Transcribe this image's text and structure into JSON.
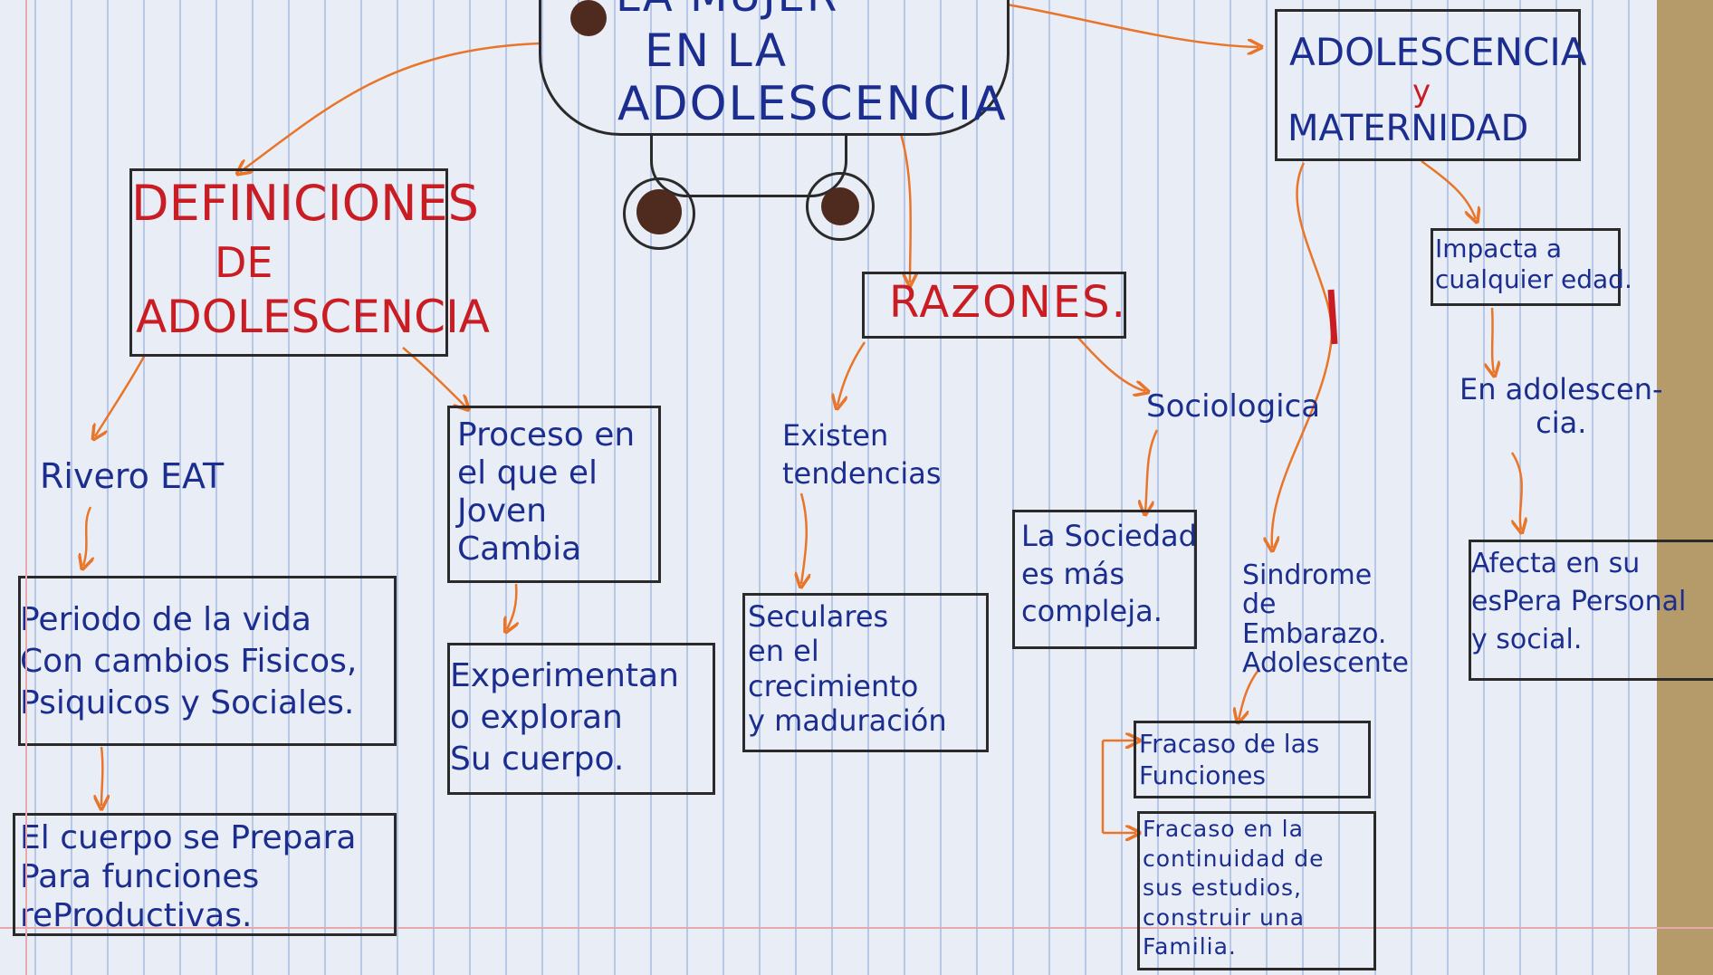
{
  "title": {
    "line1": "LA MUJER",
    "line2": "EN LA",
    "line3": "ADOLESCENCIA"
  },
  "definiciones": {
    "title_line1": "DEFINICIONES",
    "title_line2": "DE",
    "title_line3": "ADOLESCENCIA",
    "author": "Rivero EAT",
    "periodo": "Periodo de la vida\nCon cambios Fisicos,\nPsiquicos y Sociales.",
    "cuerpo": "El cuerpo se Prepara\nPara funciones\nreProductivas.",
    "proceso": "Proceso en\nel que el\nJoven\nCambia",
    "experimentan": "Experimentan\no exploran\nSu cuerpo."
  },
  "razones": {
    "title": "RAZONES.",
    "existen": "Existen\ntendencias",
    "seculares": "Seculares\nen el\ncrecimiento\ny maduración",
    "sociologica": "Sociologica",
    "sociedad": "La Sociedad\nes más\ncompleja."
  },
  "maternidad": {
    "title_line1": "ADOLESCENCIA",
    "title_line2": "y",
    "title_line3": "MATERNIDAD",
    "impacta": "Impacta a\ncualquier edad.",
    "en_adolescencia": "En adolescen-\ncia.",
    "afecta": "Afecta en su\nesPera Personal\ny social.",
    "sindrome": "Sindrome\nde\nEmbarazo.\nAdolescente",
    "fracaso1": "Fracaso de las\nFunciones",
    "fracaso2": "Fracaso en la\ncontinuidad de\nsus estudios,\nconstruir una\nFamilia."
  },
  "colors": {
    "ink_blue": "#1b2d8f",
    "ink_red": "#c91d23",
    "arrow_orange": "#e8752a",
    "box_black": "#2a2a2a",
    "paper": "#e9eef6",
    "rule_blue": "#b9c7e6"
  }
}
